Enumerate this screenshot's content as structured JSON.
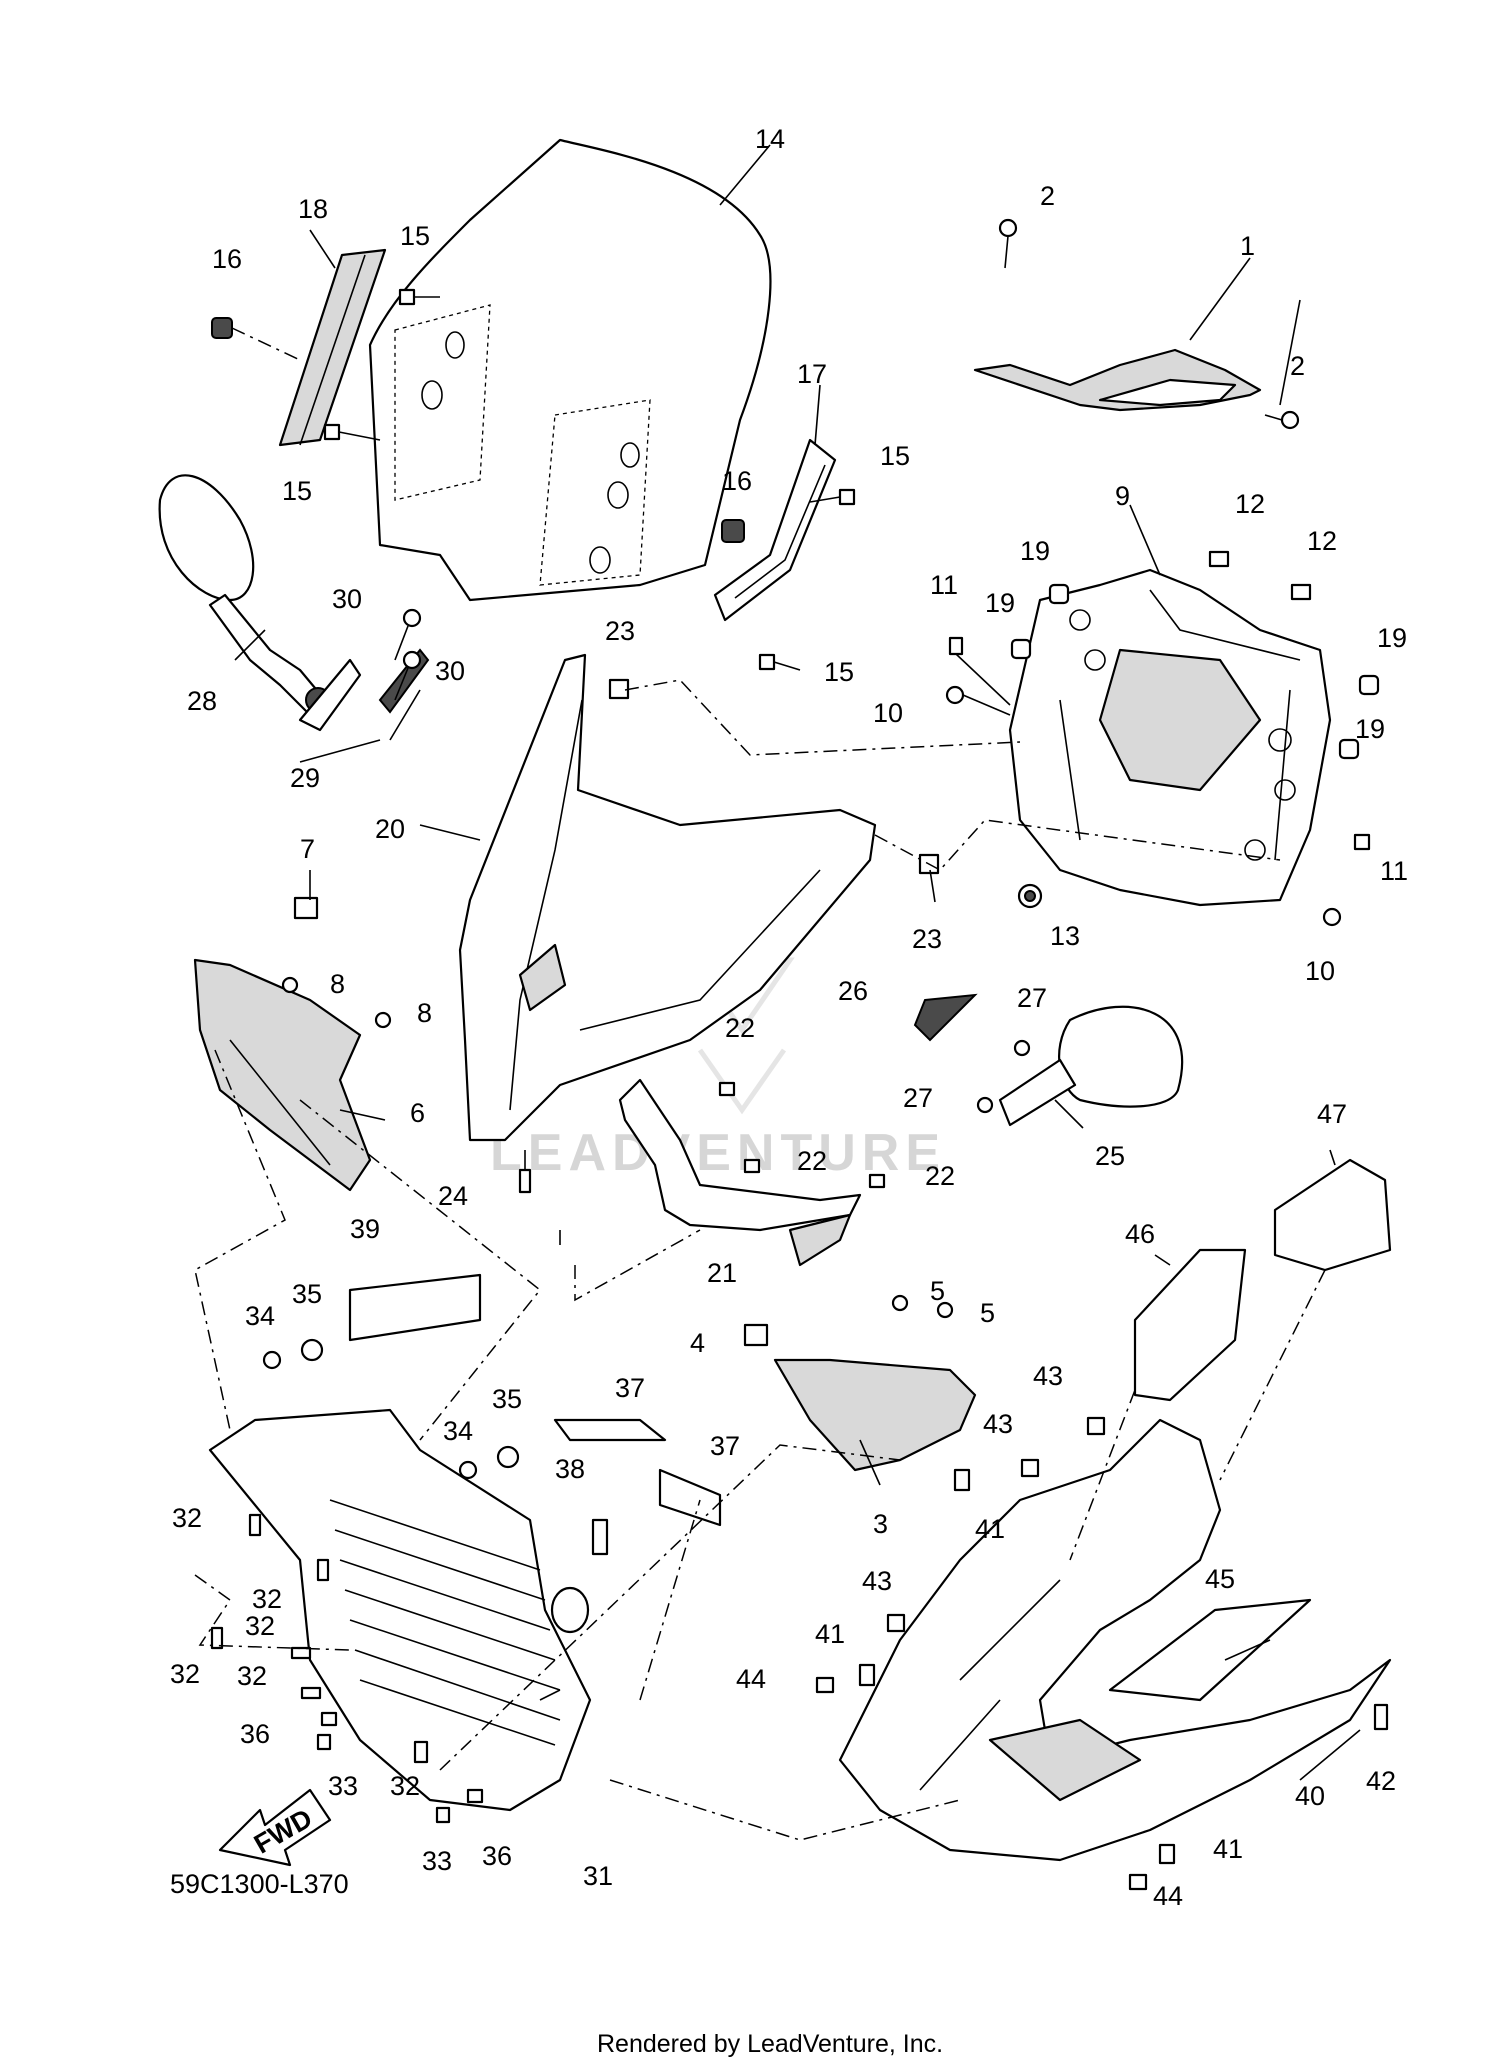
{
  "diagram": {
    "code": "59C1300-L370",
    "credit": "Rendered by LeadVenture, Inc.",
    "fwd_label": "FWD",
    "watermark": "LEADVENTURE",
    "callouts": {
      "c1": "1",
      "c2a": "2",
      "c2b": "2",
      "c3": "3",
      "c4": "4",
      "c5a": "5",
      "c5b": "5",
      "c6": "6",
      "c7": "7",
      "c8a": "8",
      "c8b": "8",
      "c9": "9",
      "c10a": "10",
      "c10b": "10",
      "c11a": "11",
      "c11b": "11",
      "c12a": "12",
      "c12b": "12",
      "c13": "13",
      "c14": "14",
      "c15a": "15",
      "c15b": "15",
      "c15c": "15",
      "c15d": "15",
      "c16a": "16",
      "c16b": "16",
      "c17": "17",
      "c18": "18",
      "c19a": "19",
      "c19b": "19",
      "c19c": "19",
      "c19d": "19",
      "c20": "20",
      "c21": "21",
      "c22a": "22",
      "c22b": "22",
      "c22c": "22",
      "c23a": "23",
      "c23b": "23",
      "c24": "24",
      "c25": "25",
      "c26": "26",
      "c27a": "27",
      "c27b": "27",
      "c28": "28",
      "c29": "29",
      "c30a": "30",
      "c30b": "30",
      "c31": "31",
      "c32a": "32",
      "c32b": "32",
      "c32c": "32",
      "c32d": "32",
      "c32e": "32",
      "c32f": "32",
      "c33a": "33",
      "c33b": "33",
      "c34a": "34",
      "c34b": "34",
      "c35a": "35",
      "c35b": "35",
      "c36a": "36",
      "c36b": "36",
      "c37a": "37",
      "c37b": "37",
      "c38": "38",
      "c39": "39",
      "c40": "40",
      "c41a": "41",
      "c41b": "41",
      "c41c": "41",
      "c42": "42",
      "c43a": "43",
      "c43b": "43",
      "c43c": "43",
      "c44a": "44",
      "c44b": "44",
      "c45": "45",
      "c46": "46",
      "c47": "47"
    }
  }
}
